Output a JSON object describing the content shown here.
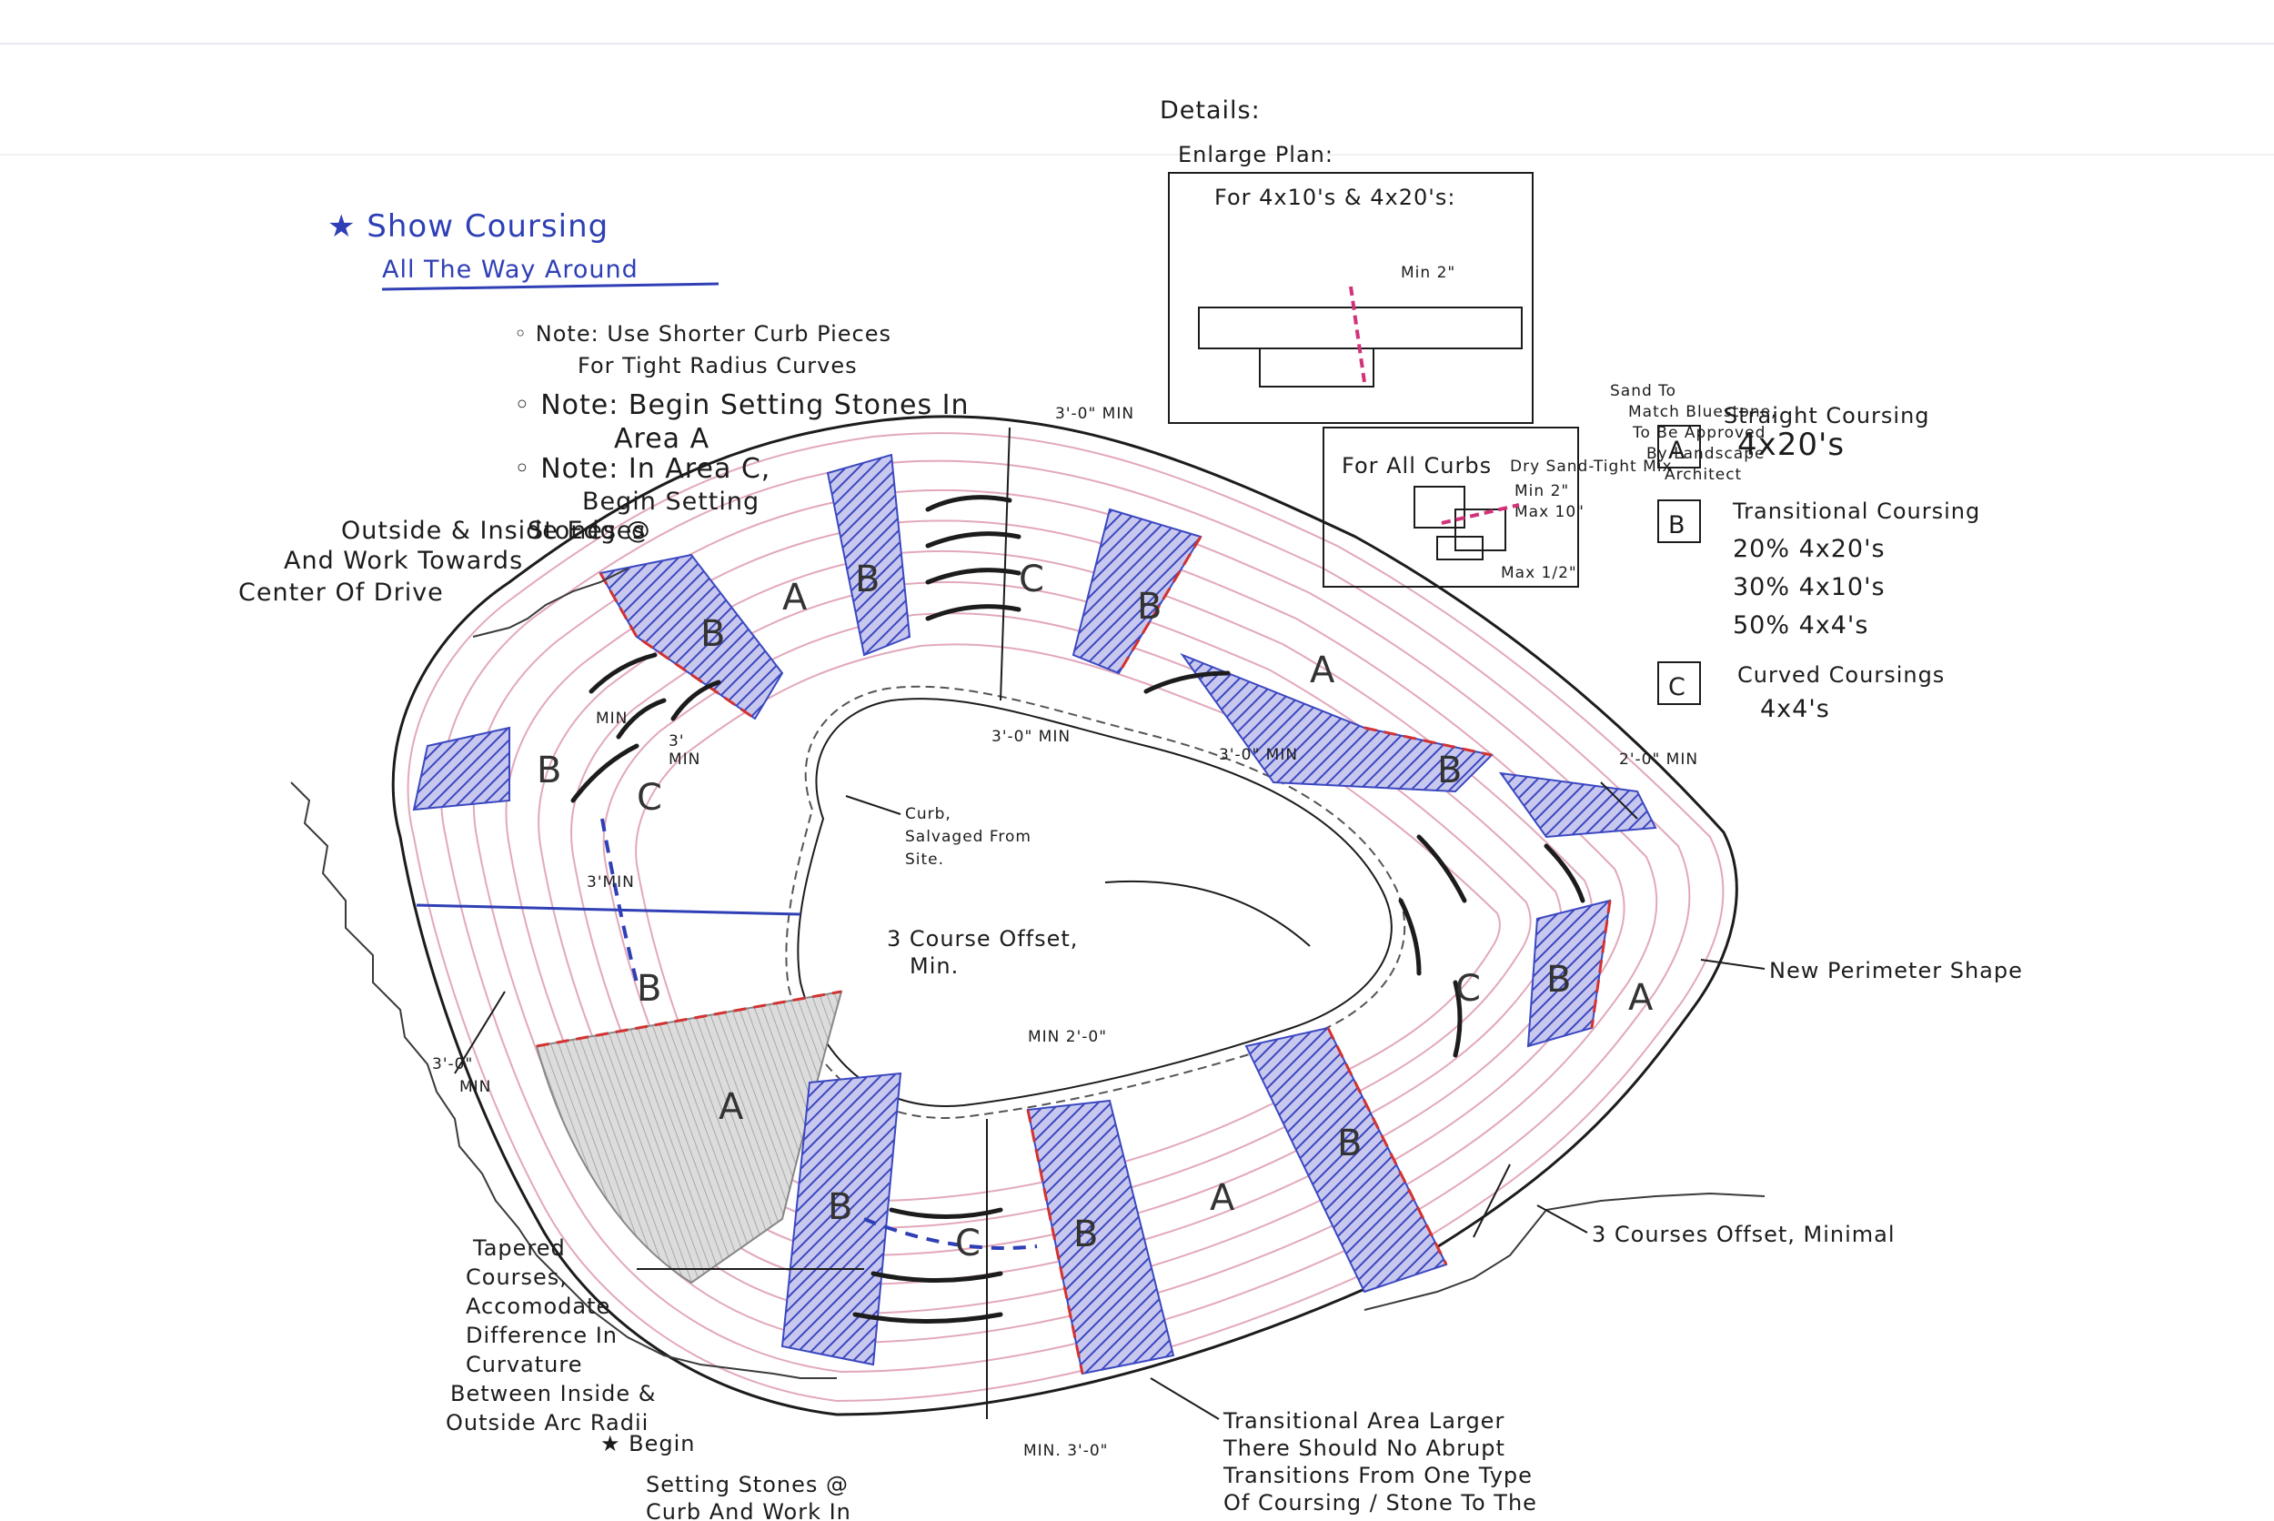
{
  "header": {
    "star_note_line1": "★ Show Coursing",
    "star_note_line2": "All The Way Around"
  },
  "notes": {
    "note1_line1": "◦ Note: Use Shorter Curb Pieces",
    "note1_line2": "For Tight Radius Curves",
    "note2_line1": "◦ Note: Begin Setting Stones In",
    "note2_line2": "Area A",
    "note3_line1": "◦ Note: In Area C,",
    "note3_line2": "Begin Setting",
    "note3_line3": "Stones @",
    "note3_line4": "Outside & Inside Edges",
    "note3_line5": "And Work Towards",
    "note3_line6": "Center Of Drive"
  },
  "details": {
    "title": "Details:",
    "enlarge_plan": "Enlarge Plan:",
    "box1_label": "For 4x10's & 4x20's:",
    "box1_min": "Min 2\"",
    "box2_label": "For All Curbs",
    "box2_note1": "Dry Sand-Tight Mix",
    "box2_note2": "Min 2\"",
    "box2_note3": "Max 10\"",
    "box2_note4": "Max 1/2\"",
    "sand_note_line1": "Sand To",
    "sand_note_line2": "Match Bluestone,",
    "sand_note_line3": "To Be Approved",
    "sand_note_line4": "By Landscape",
    "sand_note_line5": "Architect"
  },
  "legend": {
    "items": [
      {
        "key": "A",
        "lines": [
          "Straight Coursing",
          "4x20's"
        ]
      },
      {
        "key": "B",
        "lines": [
          "Transitional Coursing",
          "20% 4x20's",
          "30% 4x10's",
          "50% 4x4's"
        ]
      },
      {
        "key": "C",
        "lines": [
          "Curved Coursings",
          "4x4's"
        ]
      }
    ]
  },
  "annotations": {
    "dim_top": "3'-0\" MIN",
    "dim_center": "3'-0\" MIN",
    "dim_right": "3'-0\" MIN",
    "dim_right2": "2'-0\" MIN",
    "dim_left_min": "MIN",
    "dim_left_3": "3'",
    "dim_left_min2": "MIN",
    "dim_left_3min": "3'MIN",
    "dim_left_bottom": "3'-0\"",
    "dim_left_bottom2": "MIN",
    "dim_bottom_min": "MIN 2'-0\"",
    "dim_bottom": "MIN. 3'-0\"",
    "curb_line1": "Curb,",
    "curb_line2": "Salvaged From",
    "curb_line3": "Site.",
    "offset_line1": "3 Course Offset,",
    "offset_line2": "Min.",
    "new_perimeter": "New Perimeter Shape",
    "courses_offset": "3 Courses Offset, Minimal",
    "tapered_lines": [
      "Tapered",
      "Courses,",
      "Accomodate",
      "Difference In",
      "Curvature",
      "Between Inside &",
      "Outside Arc Radii"
    ],
    "begin_lines": [
      "★ Begin",
      "Setting Stones @",
      "Curb And Work In"
    ],
    "transitional_lines": [
      "Transitional Area Larger",
      "There Should No Abrupt",
      "Transitions From One Type",
      "Of Coursing / Stone To The"
    ]
  },
  "areas": {
    "a_top": "A",
    "b_top1": "B",
    "b_top2": "B",
    "c_top": "C",
    "b_top_right": "B",
    "a_right_top": "A",
    "b_right": "B",
    "b_left": "B",
    "c_left": "C",
    "b_left_dash": "B",
    "c_right": "C",
    "b_right2": "B",
    "a_right": "A",
    "b_bottom_right": "B",
    "a_bottom": "A",
    "b_bottom_mid": "B",
    "c_bottom": "C",
    "b_bottom_left": "B",
    "a_left": "A"
  },
  "colors": {
    "ink": "#1c1c1c",
    "blue": "#2f3fb5",
    "red": "#d23232",
    "pink": "#d97a9a",
    "grey": "#c9c9c9"
  }
}
